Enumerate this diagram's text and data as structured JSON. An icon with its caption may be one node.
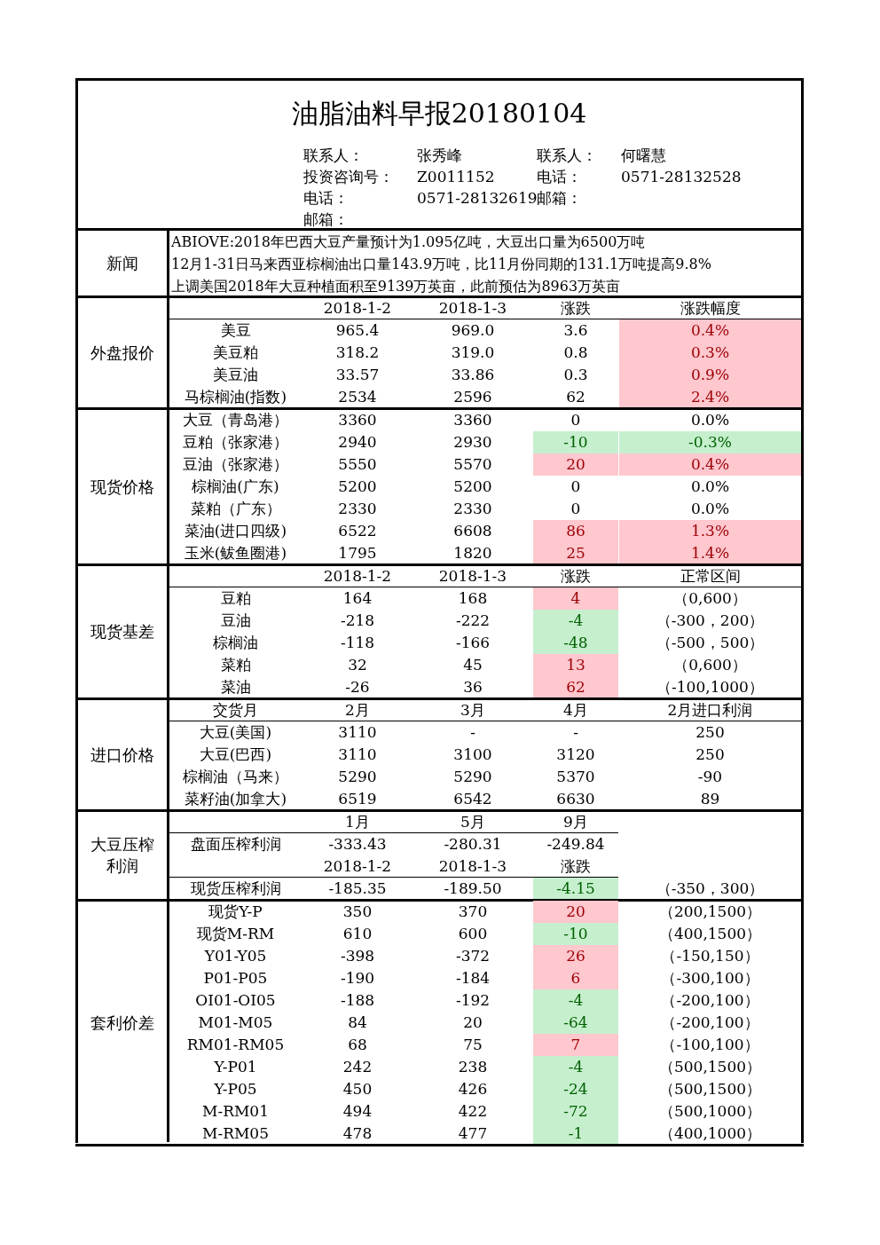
{
  "diagram": {
    "title": "油脂油料早报20180104",
    "labels": [
      "联系人：",
      "张秀峰",
      "联系人：",
      "何曙慧",
      "投资咨询号：",
      "Z0011152",
      "电话：",
      "0571-28132528",
      "电话：",
      "0571-28132619",
      "邮箱：",
      "邮箱：",
      "新闻",
      "ABIOVE:2018年巴西大豆产量预计为1.095亿吨，大豆出口量为6500万吨",
      "12月1-31日马来西亚棕榈油出口量143.9万吨，比11月份同期的131.1万吨提高9.8%",
      "上调美国2018年大豆种植面积至9139万英亩，此前预估为8963万英亩",
      "外盘报价",
      "2018-1-2",
      "2018-1-3",
      "涨跌",
      "涨跌幅度",
      "美豆",
      "965.4",
      "969.0",
      "3.6",
      "0.4%",
      "美豆粕",
      "318.2",
      "319.0",
      "0.8",
      "0.3%",
      "美豆油",
      "33.57",
      "33.86",
      "0.3",
      "0.9%",
      "马棕榈油(指数)",
      "2534",
      "2596",
      "62",
      "2.4%",
      "现货价格",
      "大豆（青岛港）",
      "3360",
      "3360",
      "0",
      "0.0%",
      "豆粕（张家港）",
      "2940",
      "2930",
      "-10",
      "-0.3%",
      "豆油（张家港）",
      "5550",
      "5570",
      "20",
      "0.4%",
      "棕榈油(广东)",
      "5200",
      "5200",
      "0",
      "0.0%",
      "菜粕（广东）",
      "2330",
      "2330",
      "0",
      "0.0%",
      "菜油(进口四级)",
      "6522",
      "6608",
      "86",
      "1.3%",
      "玉米(鲅鱼圈港)",
      "1795",
      "1820",
      "25",
      "1.4%",
      "现货基差",
      "2018-1-2",
      "2018-1-3",
      "涨跌",
      "正常区间",
      "豆粕",
      "164",
      "168",
      "4",
      "（0,600）",
      "豆油",
      "-218",
      "-222",
      "-4",
      "（-300，200）",
      "棕榈油",
      "-118",
      "-166",
      "-48",
      "（-500，500）",
      "菜粕",
      "32",
      "45",
      "13",
      "（0,600）",
      "菜油",
      "-26",
      "36",
      "62",
      "（-100,1000）",
      "进口价格",
      "交货月",
      "2月",
      "3月",
      "4月",
      "2月进口利润",
      "大豆(美国)",
      "3110",
      "-",
      "-",
      "250",
      "大豆(巴西)",
      "3110",
      "3100",
      "3120",
      "250",
      "棕榈油（马来）",
      "5290",
      "5290",
      "5370",
      "-90",
      "菜籽油(加拿大)",
      "6519",
      "6542",
      "6630",
      "89",
      "大豆压榨利润",
      "1月",
      "5月",
      "9月",
      "盘面压榨利润",
      "-333.43",
      "-280.31",
      "-249.84",
      "2018-1-2",
      "2018-1-3",
      "涨跌",
      "现货压榨利润",
      "-185.35",
      "-189.50",
      "-4.15",
      "（-350，300）",
      "套利价差",
      "现货Y-P",
      "350",
      "370",
      "20",
      "（200,1500）",
      "现货M-RM",
      "610",
      "600",
      "-10",
      "（400,1500）",
      "Y01-Y05",
      "-398",
      "-372",
      "26",
      "（-150,150）",
      "P01-P05",
      "-190",
      "-184",
      "6",
      "（-300,100）",
      "OI01-OI05",
      "-188",
      "-192",
      "-4",
      "（-200,100）",
      "M01-M05",
      "84",
      "20",
      "-64",
      "（-200,100）",
      "RM01-RM05",
      "68",
      "75",
      "7",
      "（-100,100）",
      "Y-P01",
      "242",
      "238",
      "-4",
      "（500,1500）",
      "Y-P05",
      "450",
      "426",
      "-24",
      "（500,1500）",
      "M-RM01",
      "494",
      "422",
      "-72",
      "（500,1000）",
      "M-RM05",
      "478",
      "477",
      "-1",
      "（400,1000）"
    ]
  }
}
